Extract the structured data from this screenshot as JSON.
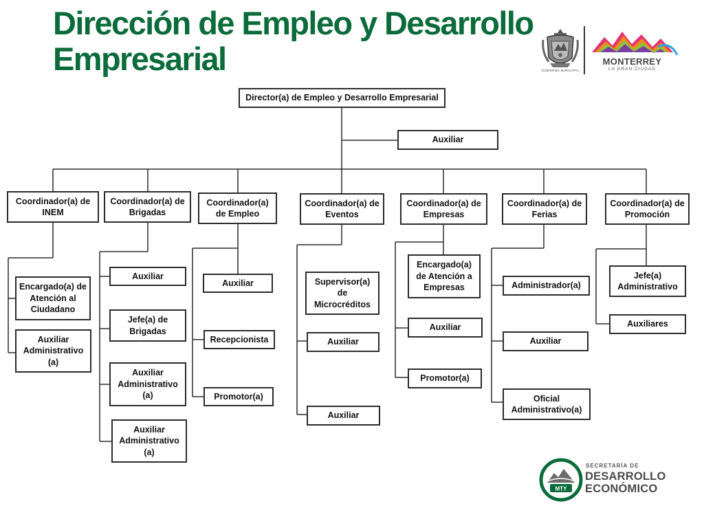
{
  "title": "Dirección de Empleo y Desarrollo Empresarial",
  "logos": {
    "seal_caption": "GOBIERNO MUNICIPAL",
    "city_name": "MONTERREY",
    "city_tagline": "LA GRAN CIUDAD",
    "secretaria_line1": "SECRETARÍA DE",
    "secretaria_line2": "DESARROLLO",
    "secretaria_line3": "ECONÓMICO",
    "secretaria_badge": "MTY",
    "brand_green": "#0b6b3a"
  },
  "org": {
    "director": "Director(a) de Empleo y Desarrollo Empresarial",
    "staff": "Auxiliar",
    "coordinators": [
      {
        "label": "Coordinador(a) de INEM",
        "subordinates": [
          "Encargado(a) de Atención al Ciudadano",
          "Auxiliar Administrativo (a)"
        ]
      },
      {
        "label": "Coordinador(a) de Brigadas",
        "subordinates": [
          "Auxiliar",
          "Jefe(a) de Brigadas",
          "Auxiliar Administrativo (a)",
          "Auxiliar Administrativo (a)"
        ]
      },
      {
        "label": "Coordinador(a) de Empleo",
        "subordinates": [
          "Auxiliar",
          "Recepcionista",
          "Promotor(a)"
        ]
      },
      {
        "label": "Coordinador(a) de Eventos",
        "subordinates": [
          "Supervisor(a) de Microcréditos",
          "Auxiliar",
          "Auxiliar"
        ]
      },
      {
        "label": "Coordinador(a) de Empresas",
        "subordinates": [
          "Encargado(a) de Atención a Empresas",
          "Auxiliar",
          "Promotor(a)"
        ]
      },
      {
        "label": "Coordinador(a) de Ferias",
        "subordinates": [
          "Administrador(a)",
          "Auxiliar",
          "Oficial Administrativo(a)"
        ]
      },
      {
        "label": "Coordinador(a) de Promoción",
        "subordinates": [
          "Jefe(a) Administrativo",
          "Auxiliares"
        ]
      }
    ]
  }
}
